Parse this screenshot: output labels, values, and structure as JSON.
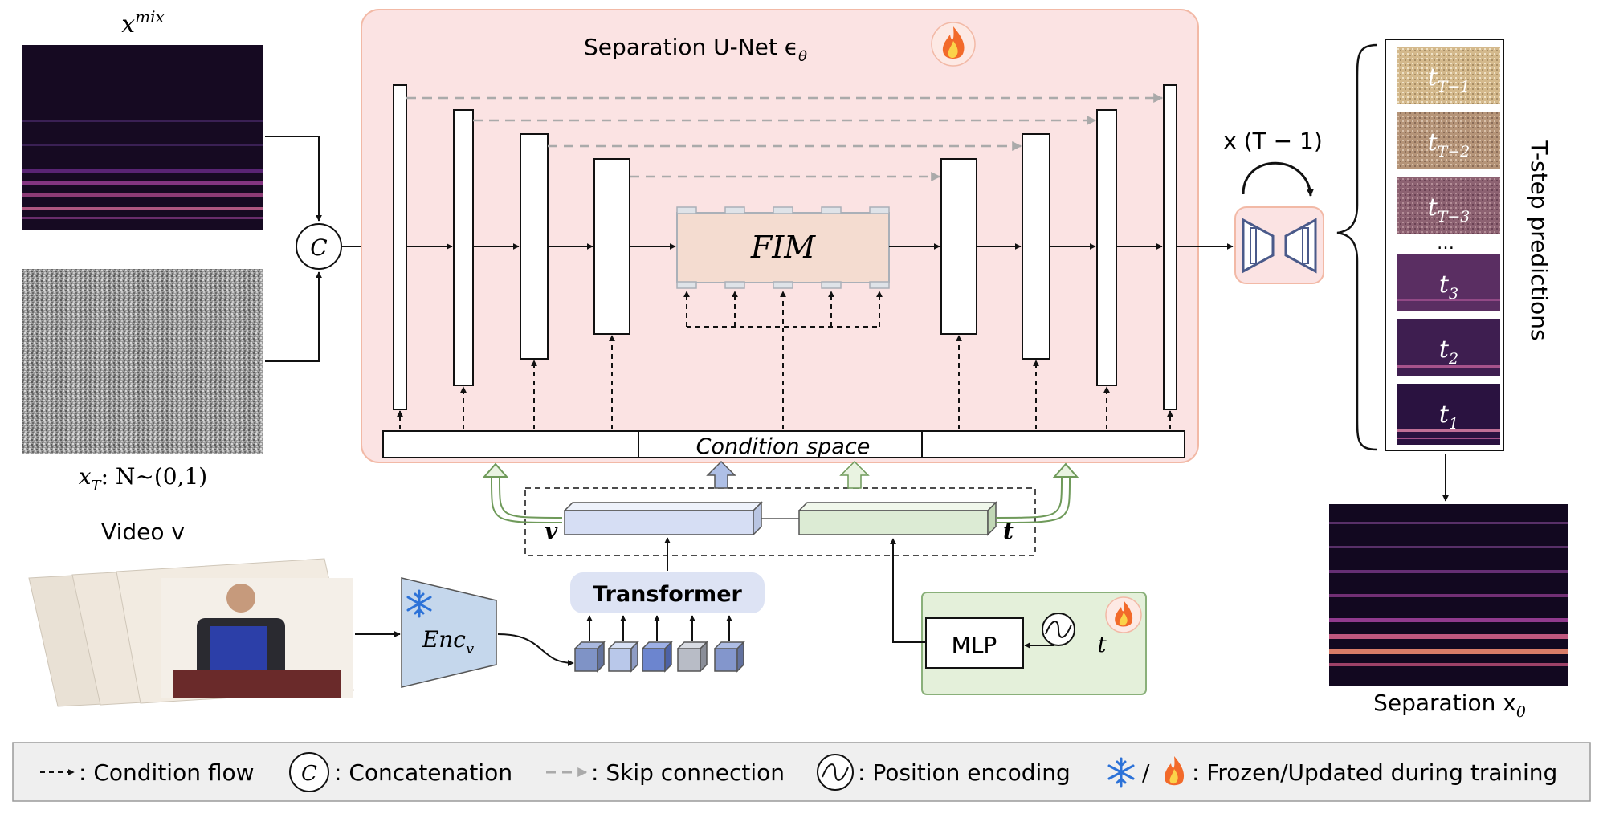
{
  "inputs": {
    "x_mix_label": "x",
    "x_mix_sup": "mix",
    "x_T_label": "x",
    "x_T_sub": "T",
    "x_T_suffix": ": N~(0,1)",
    "concat_symbol": "C"
  },
  "unet": {
    "title": "Separation U-Net ϵ",
    "title_sub": "θ",
    "fim_label": "FIM",
    "condition_space_label": "Condition space"
  },
  "video": {
    "label": "Video v",
    "encoder_label": "Enc",
    "encoder_sub": "v"
  },
  "transformer_label": "Transformer",
  "condition_tokens": {
    "v_label": "v",
    "t_label": "t"
  },
  "mlp": {
    "label": "MLP",
    "t_label": "t"
  },
  "loop_label": "x (T − 1)",
  "predictions": {
    "side_label": "T-step predictions",
    "items": [
      {
        "label": "t",
        "sub": "T−1"
      },
      {
        "label": "t",
        "sub": "T−2"
      },
      {
        "label": "t",
        "sub": "T−3"
      },
      {
        "label": "…",
        "sub": ""
      },
      {
        "label": "t",
        "sub": "3"
      },
      {
        "label": "t",
        "sub": "2"
      },
      {
        "label": "t",
        "sub": "1"
      }
    ]
  },
  "output_label": "Separation x",
  "output_sub": "0",
  "legend": {
    "condition_flow": ": Condition flow",
    "concat_symbol": "C",
    "concatenation": ": Concatenation",
    "skip_connection": ": Skip connection",
    "position_encoding": ": Position encoding",
    "slash": "/",
    "frozen_updated": ": Frozen/Updated during training"
  },
  "colors": {
    "unet_bg": "#fbe3e3",
    "unet_border": "#f2b9a6",
    "fim_bg": "#f4dcd0",
    "video_token": "#d6def4",
    "time_token": "#dcebd4",
    "transformer_bg": "#dde3f4",
    "mlp_bg": "#e4f0da",
    "encoder_bg": "#c5d7ec",
    "legend_bg": "#efefef"
  }
}
